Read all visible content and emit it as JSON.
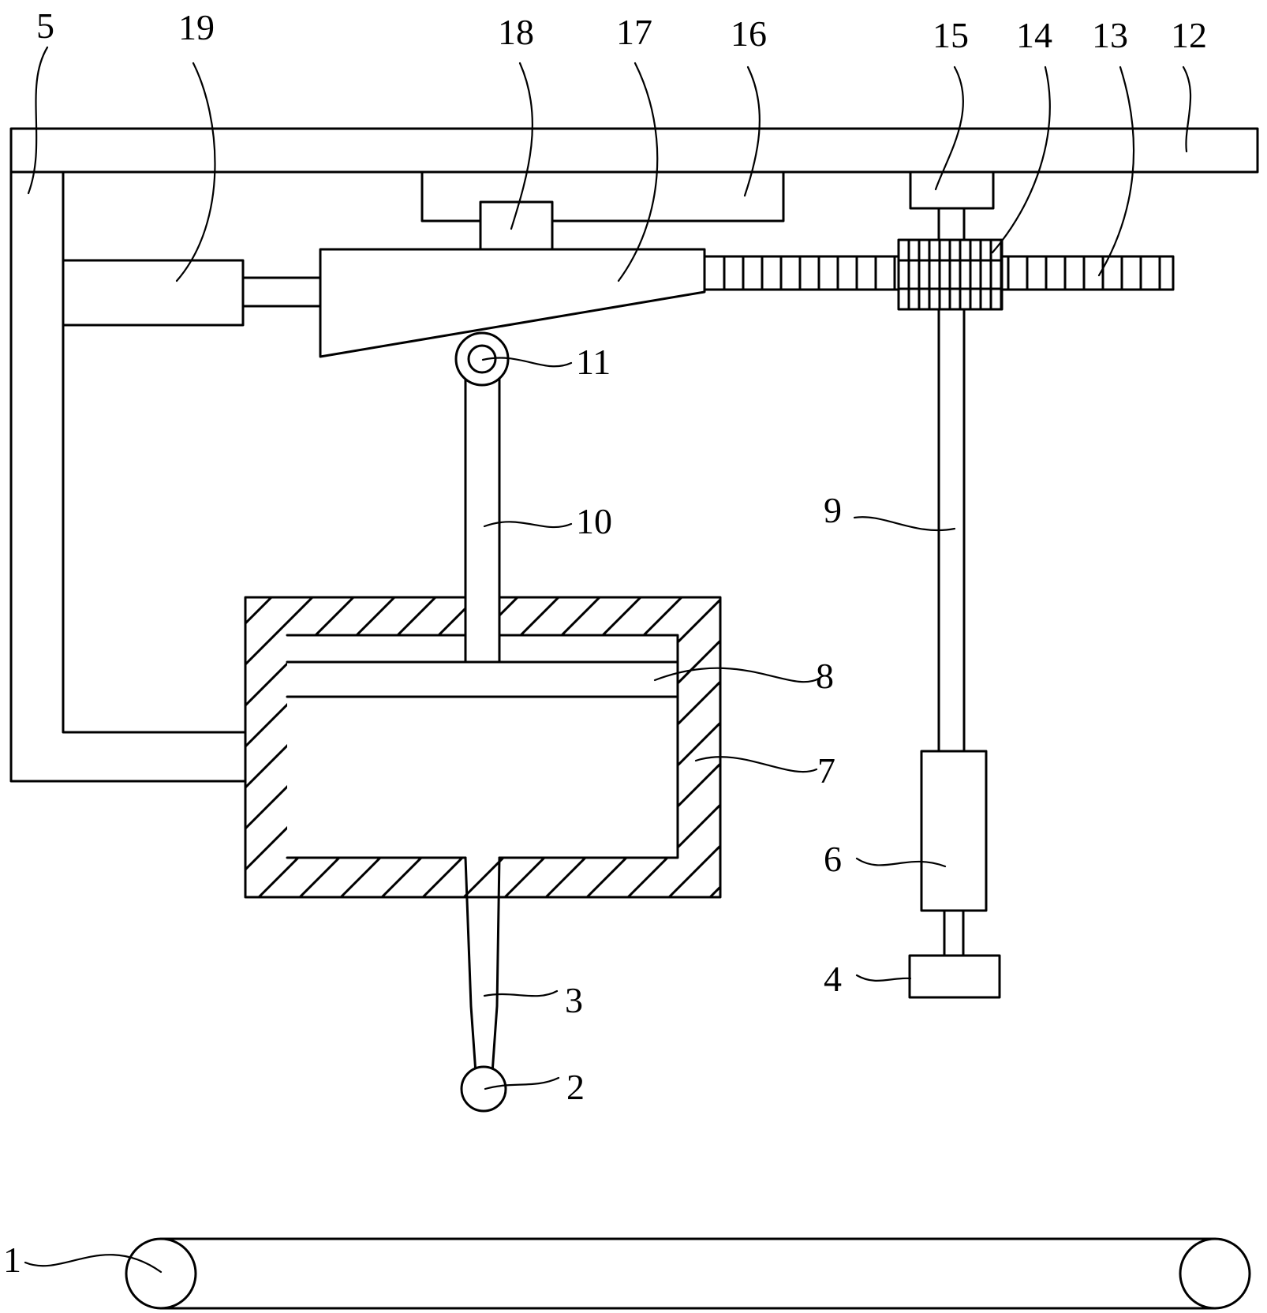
{
  "figure": {
    "labels": {
      "l1": "1",
      "l2": "2",
      "l3": "3",
      "l4": "4",
      "l5": "5",
      "l6": "6",
      "l7": "7",
      "l8": "8",
      "l9": "9",
      "l10": "10",
      "l11": "11",
      "l12": "12",
      "l13": "13",
      "l14": "14",
      "l15": "15",
      "l16": "16",
      "l17": "17",
      "l18": "18",
      "l19": "19"
    }
  }
}
